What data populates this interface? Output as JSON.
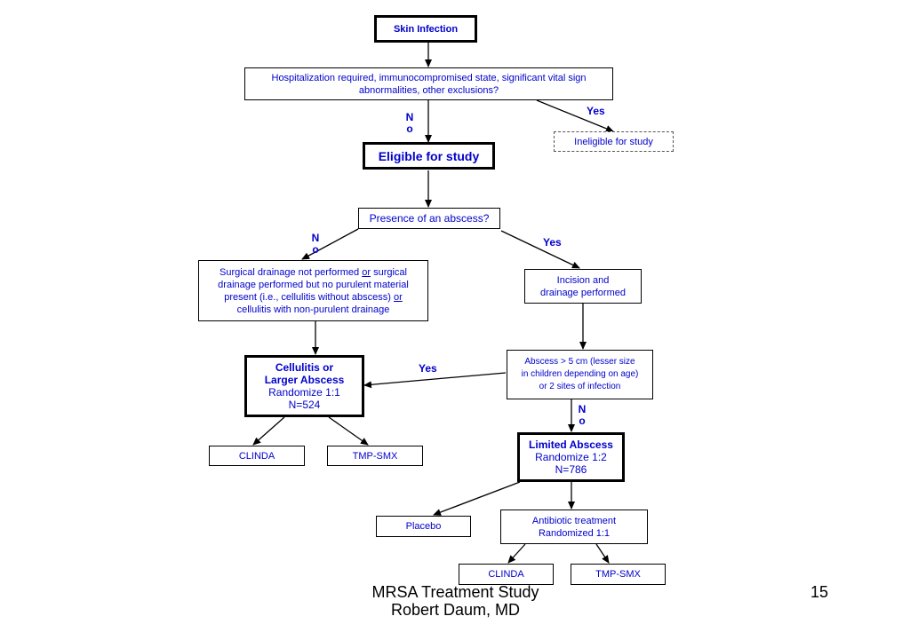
{
  "nodes": {
    "skin_infection": "Skin Infection",
    "hospitalization_question": "Hospitalization required, immunocompromised state, significant vital sign abnormalities, other exclusions?",
    "ineligible": "Ineligible for study",
    "eligible": "Eligible for study",
    "abscess_question": "Presence of an abscess?",
    "no_abscess": {
      "part1": "Surgical drainage not performed ",
      "or1": "or",
      "part2": " surgical drainage performed but no purulent material present (i.e., cellulitis without abscess) ",
      "or2": "or",
      "part3": " cellulitis with non-purulent drainage"
    },
    "incision": {
      "line1": "Incision and",
      "line2": "drainage performed"
    },
    "abscess_size": {
      "line1": "Abscess > 5 cm (lesser size",
      "line2": "in children depending on age)",
      "line3": "or 2 sites of infection"
    },
    "cellulitis": {
      "title_line1": "Cellulitis or",
      "title_line2": "Larger Abscess",
      "randomize": "Randomize 1:1",
      "n": "N=524"
    },
    "limited": {
      "title": "Limited Abscess",
      "randomize": "Randomize 1:2",
      "n": "N=786"
    },
    "clinda_1": "CLINDA",
    "tmpsmx_1": "TMP-SMX",
    "placebo": "Placebo",
    "antibiotic": {
      "line1": "Antibiotic treatment",
      "line2": "Randomized 1:1"
    },
    "clinda_2": "CLINDA",
    "tmpsmx_2": "TMP-SMX"
  },
  "edge_labels": {
    "no_1": {
      "l1": "N",
      "l2": "o"
    },
    "yes_1": "Yes",
    "no_2": {
      "l1": "N",
      "l2": "o"
    },
    "yes_2": "Yes",
    "yes_3": "Yes",
    "no_3": {
      "l1": "N",
      "l2": "o"
    }
  },
  "footer": {
    "line1": "MRSA Treatment Study",
    "line2": "Robert Daum, MD",
    "page_number": "15"
  },
  "colors": {
    "text": "#0000cc",
    "line": "#000000",
    "footer_text": "#000000"
  }
}
